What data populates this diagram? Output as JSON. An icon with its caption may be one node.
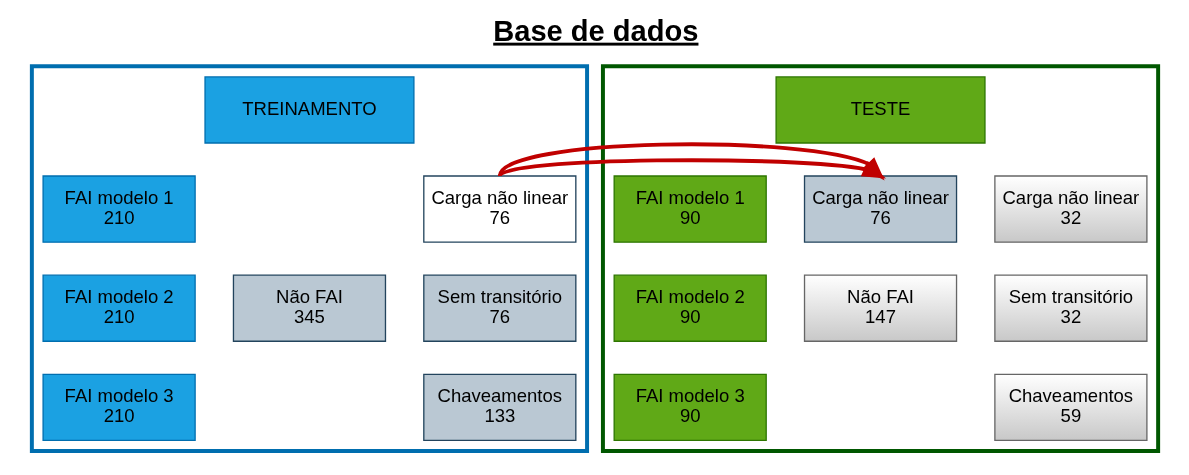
{
  "diagram": {
    "title": "Base de dados",
    "nodes": [
      {
        "text": [],
        "shape": "box"
      },
      {
        "text": [
          "TREINAMENTO"
        ],
        "in": 0
      },
      {
        "text": [
          "FAI modelo 1",
          "210"
        ],
        "in": 0
      },
      {
        "text": [
          "Carga não linear",
          "76"
        ],
        "in": 0
      },
      {
        "text": [
          "FAI modelo 2",
          "210"
        ],
        "in": 0
      },
      {
        "text": [
          "Não FAI",
          "345"
        ],
        "in": 0
      },
      {
        "text": [
          "Sem transitório",
          "76"
        ],
        "in": 0
      },
      {
        "text": [
          "FAI modelo 3",
          "210"
        ],
        "in": 0
      },
      {
        "text": [
          "Chaveamentos",
          "133"
        ],
        "in": 0
      },
      {
        "text": [],
        "shape": "box"
      },
      {
        "text": [
          "TESTE"
        ],
        "in": 9
      },
      {
        "text": [
          "FAI modelo 1",
          "90"
        ],
        "in": 9
      },
      {
        "text": [
          "Carga não linear",
          "76"
        ],
        "in": 9
      },
      {
        "text": [
          "Carga não linear",
          "32"
        ],
        "in": 9
      },
      {
        "text": [
          "FAI modelo 2",
          "90"
        ],
        "in": 9
      },
      {
        "text": [
          "Não FAI",
          "147"
        ],
        "in": 9
      },
      {
        "text": [
          "Sem transitório",
          "32"
        ],
        "in": 9
      },
      {
        "text": [
          "FAI modelo 3",
          "90"
        ],
        "in": 9
      },
      {
        "text": [
          "Chaveamentos",
          "59"
        ],
        "in": 9
      }
    ],
    "edges": [
      {
        "from": 3,
        "to": 12,
        "arrow": "to",
        "color": "#c00000"
      }
    ]
  }
}
